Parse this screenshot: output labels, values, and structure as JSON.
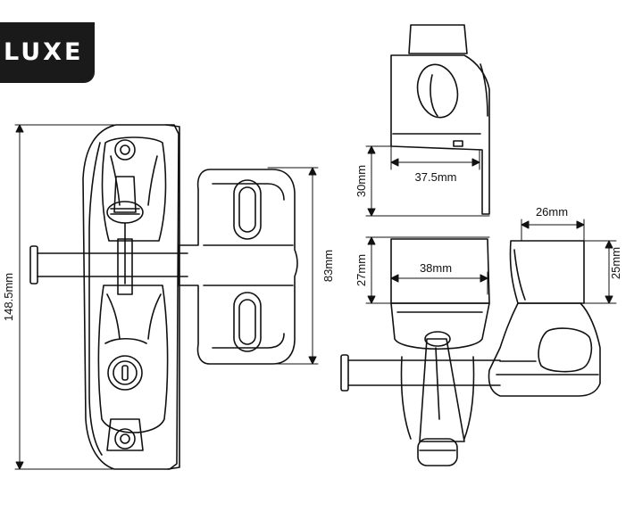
{
  "brand": {
    "badge_text": "LUXE"
  },
  "dimensions": {
    "height_total": "148.5mm",
    "pull_height": "83mm",
    "top_view_height": "30mm",
    "top_view_width": "37.5mm",
    "side_view_height": "27mm",
    "side_view_width": "38mm",
    "keeper_width": "26mm",
    "keeper_height": "25mm"
  },
  "colors": {
    "ink": "#111111",
    "badge_bg": "#1a1a1a",
    "badge_text": "#ffffff"
  }
}
